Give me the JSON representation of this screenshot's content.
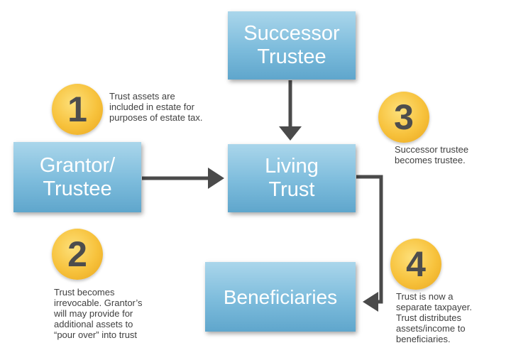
{
  "boxes": {
    "successor_trustee": "Successor\nTrustee",
    "grantor_trustee": "Grantor/\nTrustee",
    "living_trust": "Living\nTrust",
    "beneficiaries": "Beneficiaries"
  },
  "steps": [
    {
      "number": "1",
      "text": "Trust assets are\nincluded in estate for\npurposes of estate tax."
    },
    {
      "number": "2",
      "text": "Trust becomes\nirrevocable. Grantor’s\nwill may provide for\nadditional assets to\n“pour over” into trust"
    },
    {
      "number": "3",
      "text": "Successor trustee\nbecomes trustee."
    },
    {
      "number": "4",
      "text": "Trust is now a\nseparate taxpayer.\nTrust distributes\nassets/income to\nbeneficiaries."
    }
  ],
  "colors": {
    "box_top": "#aad6eb",
    "box_bottom": "#5fa6cc",
    "badge": "#f7c23c",
    "arrow": "#4a4a4a",
    "text": "#3f3f3f"
  }
}
